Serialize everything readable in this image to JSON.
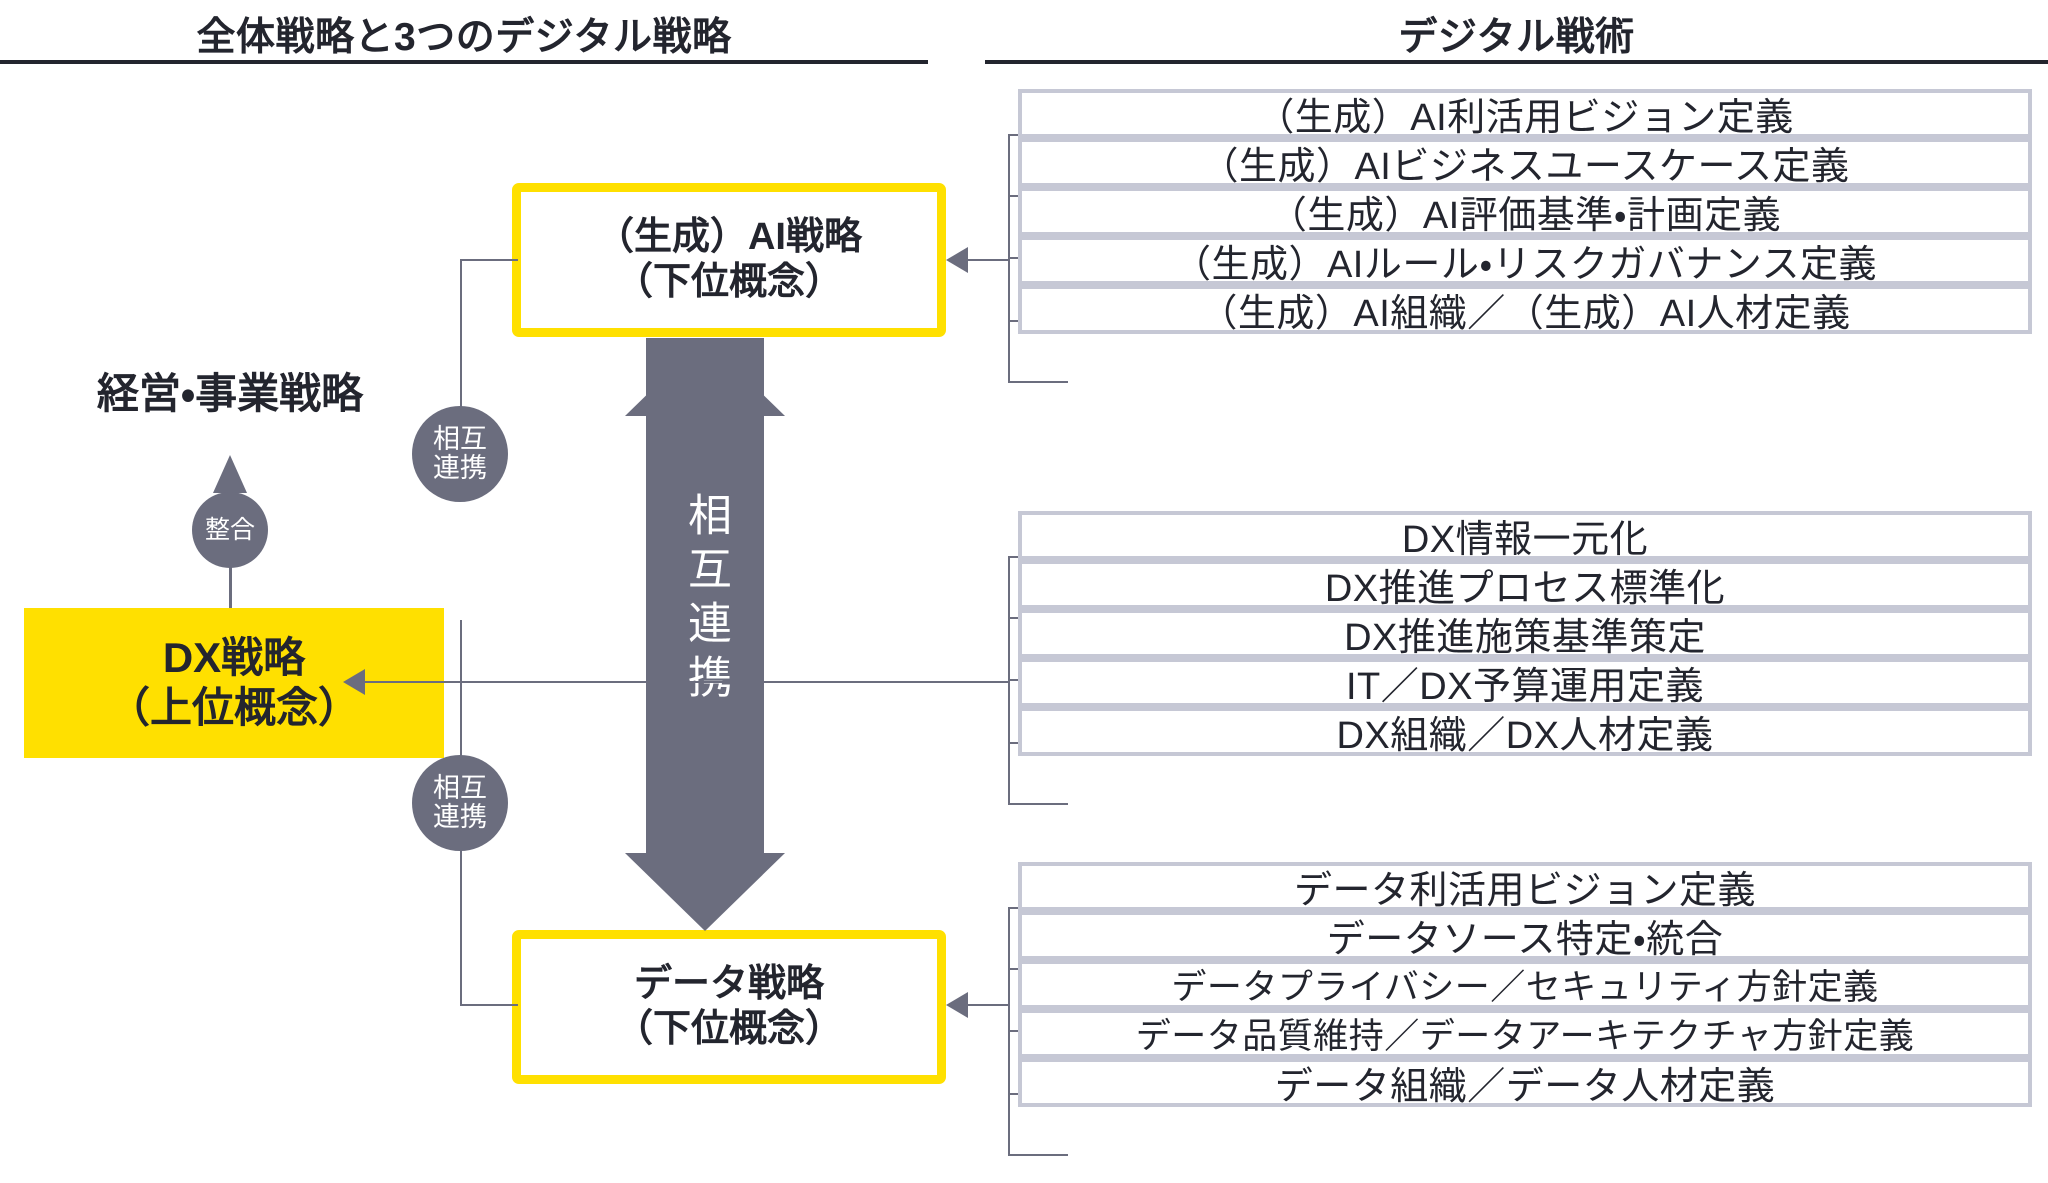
{
  "headers": {
    "left": "全体戦略と3つのデジタル戦略",
    "right": "デジタル戦術"
  },
  "left_column": {
    "business_strategy_label": "経営・事業戦略",
    "align_badge": {
      "line1": "整合"
    },
    "dx_strategy_box": {
      "line1": "DX戦略",
      "line2": "（上位概念）"
    },
    "ai_strategy_box": {
      "line1": "（生成）AI戦略",
      "line2": "（下位概念）"
    },
    "data_strategy_box": {
      "line1": "データ戦略",
      "line2": "（下位概念）"
    },
    "link_badge_top": {
      "line1": "相互",
      "line2": "連携"
    },
    "link_badge_bottom": {
      "line1": "相互",
      "line2": "連携"
    },
    "double_arrow_label": "相互連携"
  },
  "tactics": {
    "ai": [
      "（生成）AI利活用ビジョン定義",
      "（生成）AIビジネスユースケース定義",
      "（生成）AI評価基準・計画定義",
      "（生成）AIルール・リスクガバナンス定義",
      "（生成）AI組織／（生成）AI人材定義"
    ],
    "dx": [
      "DX情報一元化",
      "DX推進プロセス標準化",
      "DX推進施策基準策定",
      "IT／DX予算運用定義",
      "DX組織／DX人材定義"
    ],
    "data": [
      "データ利活用ビジョン定義",
      "データソース特定・統合",
      "データプライバシー／セキュリティ方針定義",
      "データ品質維持／データアーキテクチャ方針定義",
      "データ組織／データ人材定義"
    ]
  },
  "colors": {
    "accent_yellow": "#ffe000",
    "gray": "#6b6d7e",
    "box_border": "#c6c8d5",
    "text": "#23252e"
  }
}
